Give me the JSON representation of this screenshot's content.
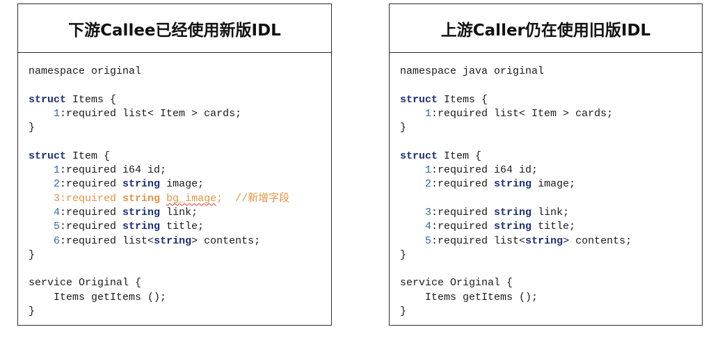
{
  "left_panel": {
    "title": "下游Callee已经使用新版IDL",
    "lines": [
      [
        {
          "t": "namespace original",
          "s": "plain"
        }
      ],
      [
        {
          "t": "",
          "s": "plain"
        }
      ],
      [
        {
          "t": "struct",
          "s": "kw"
        },
        {
          "t": " Items {",
          "s": "plain"
        }
      ],
      [
        {
          "t": "    ",
          "s": "plain"
        },
        {
          "t": "1",
          "s": "num"
        },
        {
          "t": ":required list< Item > cards;",
          "s": "plain"
        }
      ],
      [
        {
          "t": "}",
          "s": "plain"
        }
      ],
      [
        {
          "t": "",
          "s": "plain"
        }
      ],
      [
        {
          "t": "struct",
          "s": "kw"
        },
        {
          "t": " Item {",
          "s": "plain"
        }
      ],
      [
        {
          "t": "    ",
          "s": "plain"
        },
        {
          "t": "1",
          "s": "num"
        },
        {
          "t": ":required i64 id;",
          "s": "plain"
        }
      ],
      [
        {
          "t": "    ",
          "s": "plain"
        },
        {
          "t": "2",
          "s": "num"
        },
        {
          "t": ":required ",
          "s": "plain"
        },
        {
          "t": "string",
          "s": "kw"
        },
        {
          "t": " image;",
          "s": "plain"
        }
      ],
      [
        {
          "t": "    ",
          "s": "plain"
        },
        {
          "t": "3:required ",
          "s": "added"
        },
        {
          "t": "string",
          "s": "added-kw"
        },
        {
          "t": " ",
          "s": "added"
        },
        {
          "t": "bg_image",
          "s": "added-squiggle"
        },
        {
          "t": ";  //新增字段",
          "s": "added"
        }
      ],
      [
        {
          "t": "    ",
          "s": "plain"
        },
        {
          "t": "4",
          "s": "num"
        },
        {
          "t": ":required ",
          "s": "plain"
        },
        {
          "t": "string",
          "s": "kw"
        },
        {
          "t": " link;",
          "s": "plain"
        }
      ],
      [
        {
          "t": "    ",
          "s": "plain"
        },
        {
          "t": "5",
          "s": "num"
        },
        {
          "t": ":required ",
          "s": "plain"
        },
        {
          "t": "string",
          "s": "kw"
        },
        {
          "t": " title;",
          "s": "plain"
        }
      ],
      [
        {
          "t": "    ",
          "s": "plain"
        },
        {
          "t": "6",
          "s": "num"
        },
        {
          "t": ":required list<",
          "s": "plain"
        },
        {
          "t": "string",
          "s": "kw"
        },
        {
          "t": "> contents;",
          "s": "plain"
        }
      ],
      [
        {
          "t": "}",
          "s": "plain"
        }
      ],
      [
        {
          "t": "",
          "s": "plain"
        }
      ],
      [
        {
          "t": "service Original {",
          "s": "plain"
        }
      ],
      [
        {
          "t": "    Items getItems ();",
          "s": "plain"
        }
      ],
      [
        {
          "t": "}",
          "s": "plain"
        }
      ]
    ]
  },
  "right_panel": {
    "title": "上游Caller仍在使用旧版IDL",
    "lines": [
      [
        {
          "t": "namespace java original",
          "s": "plain"
        }
      ],
      [
        {
          "t": "",
          "s": "plain"
        }
      ],
      [
        {
          "t": "struct",
          "s": "kw"
        },
        {
          "t": " Items {",
          "s": "plain"
        }
      ],
      [
        {
          "t": "    ",
          "s": "plain"
        },
        {
          "t": "1",
          "s": "num"
        },
        {
          "t": ":required list< Item > cards;",
          "s": "plain"
        }
      ],
      [
        {
          "t": "}",
          "s": "plain"
        }
      ],
      [
        {
          "t": "",
          "s": "plain"
        }
      ],
      [
        {
          "t": "struct",
          "s": "kw"
        },
        {
          "t": " Item {",
          "s": "plain"
        }
      ],
      [
        {
          "t": "    ",
          "s": "plain"
        },
        {
          "t": "1",
          "s": "num"
        },
        {
          "t": ":required i64 id;",
          "s": "plain"
        }
      ],
      [
        {
          "t": "    ",
          "s": "plain"
        },
        {
          "t": "2",
          "s": "num"
        },
        {
          "t": ":required ",
          "s": "plain"
        },
        {
          "t": "string",
          "s": "kw"
        },
        {
          "t": " image;",
          "s": "plain"
        }
      ],
      [
        {
          "t": "",
          "s": "plain"
        }
      ],
      [
        {
          "t": "    ",
          "s": "plain"
        },
        {
          "t": "3",
          "s": "num"
        },
        {
          "t": ":required ",
          "s": "plain"
        },
        {
          "t": "string",
          "s": "kw"
        },
        {
          "t": " link;",
          "s": "plain"
        }
      ],
      [
        {
          "t": "    ",
          "s": "plain"
        },
        {
          "t": "4",
          "s": "num"
        },
        {
          "t": ":required ",
          "s": "plain"
        },
        {
          "t": "string",
          "s": "kw"
        },
        {
          "t": " title;",
          "s": "plain"
        }
      ],
      [
        {
          "t": "    ",
          "s": "plain"
        },
        {
          "t": "5",
          "s": "num"
        },
        {
          "t": ":required list<",
          "s": "plain"
        },
        {
          "t": "string",
          "s": "kw"
        },
        {
          "t": "> contents;",
          "s": "plain"
        }
      ],
      [
        {
          "t": "}",
          "s": "plain"
        }
      ],
      [
        {
          "t": "",
          "s": "plain"
        }
      ],
      [
        {
          "t": "service Original {",
          "s": "plain"
        }
      ],
      [
        {
          "t": "    Items getItems ();",
          "s": "plain"
        }
      ],
      [
        {
          "t": "}",
          "s": "plain"
        }
      ]
    ]
  },
  "colors": {
    "keyword": "#1f2f7a",
    "field_number": "#2e64b4",
    "added_field": "#e39445",
    "spellcheck_underline": "#d83a2a",
    "border": "#2a2a2a"
  }
}
